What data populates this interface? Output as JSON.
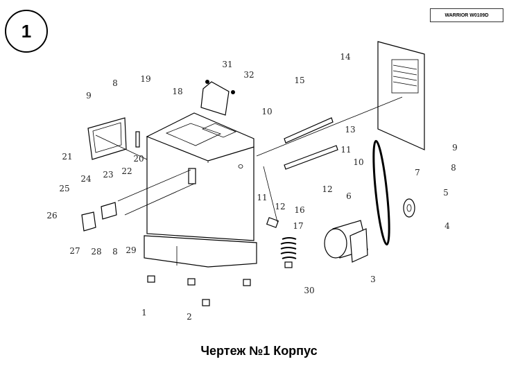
{
  "sheet_number": "1",
  "model": "WARRIOR W0109D",
  "caption": "Чертеж №1 Корпус",
  "callouts": [
    "1",
    "2",
    "3",
    "4",
    "5",
    "6",
    "7",
    "8",
    "9",
    "10",
    "11",
    "12",
    "13",
    "14",
    "15",
    "16",
    "17",
    "18",
    "19",
    "20",
    "21",
    "22",
    "23",
    "24",
    "25",
    "26",
    "27",
    "28",
    "8",
    "29",
    "30",
    "31",
    "32",
    "10",
    "11",
    "12",
    "8",
    "9"
  ]
}
